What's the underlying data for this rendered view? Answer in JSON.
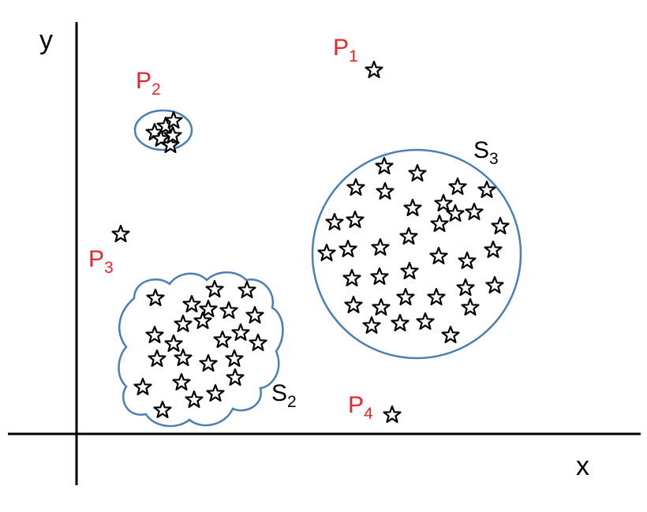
{
  "axes": {
    "x_label": "x",
    "y_label": "y"
  },
  "points": [
    {
      "id": "p1",
      "label": "P",
      "subscript": "1"
    },
    {
      "id": "p2",
      "label": "P",
      "subscript": "2"
    },
    {
      "id": "p3",
      "label": "P",
      "subscript": "3"
    },
    {
      "id": "p4",
      "label": "P",
      "subscript": "4"
    }
  ],
  "sets": [
    {
      "id": "s2",
      "label": "S",
      "subscript": "2"
    },
    {
      "id": "s3",
      "label": "S",
      "subscript": "3"
    }
  ],
  "colors": {
    "point_label": "#e8262b",
    "boundary": "#4a7fb5",
    "axis": "#000000",
    "star_stroke": "#000000"
  },
  "icons": {
    "data_point": "star-icon"
  }
}
